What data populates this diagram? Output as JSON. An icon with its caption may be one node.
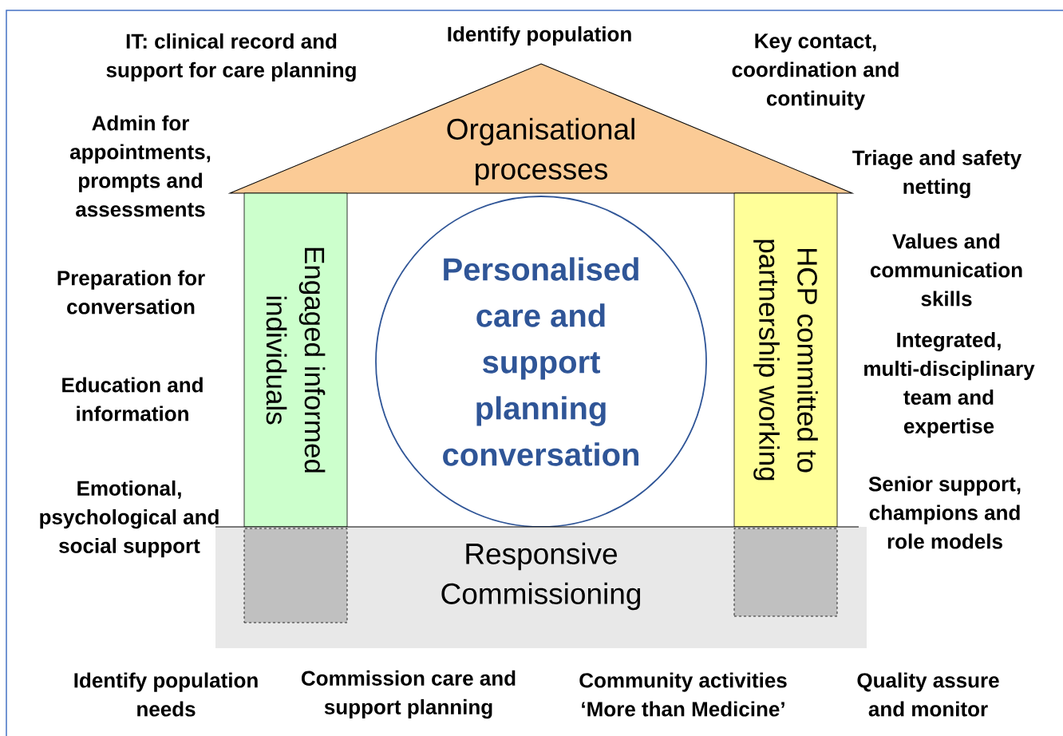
{
  "diagram": {
    "nodes": [
      {
        "text": [
          "Organisational processes"
        ]
      },
      {
        "text": [
          "Engaged informed individuals"
        ]
      },
      {
        "text": [
          "Personalised care and support planning conversation"
        ]
      },
      {
        "text": [
          "HCP committed to partnership working"
        ]
      },
      {
        "text": [
          "Responsive Commissioning"
        ]
      },
      {
        "text": [],
        "shape": "box",
        "in": 4
      },
      {
        "text": [],
        "shape": "box",
        "in": 4
      }
    ],
    "labels": [
      "IT: clinical record and support for care planning",
      "Identify population",
      "Key contact, coordination and continuity",
      "Admin for appointments, prompts and assessments",
      "Triage and safety netting",
      "Values and communication skills",
      "Preparation for conversation",
      "Education and information",
      "Integrated, multi-disciplinary team and expertise",
      "Emotional, psychological and social support",
      "Senior support, champions and role models",
      "Identify population needs",
      "Commission care and support planning",
      "Community activities ‘More than Medicine’",
      "Quality assure and monitor"
    ]
  }
}
